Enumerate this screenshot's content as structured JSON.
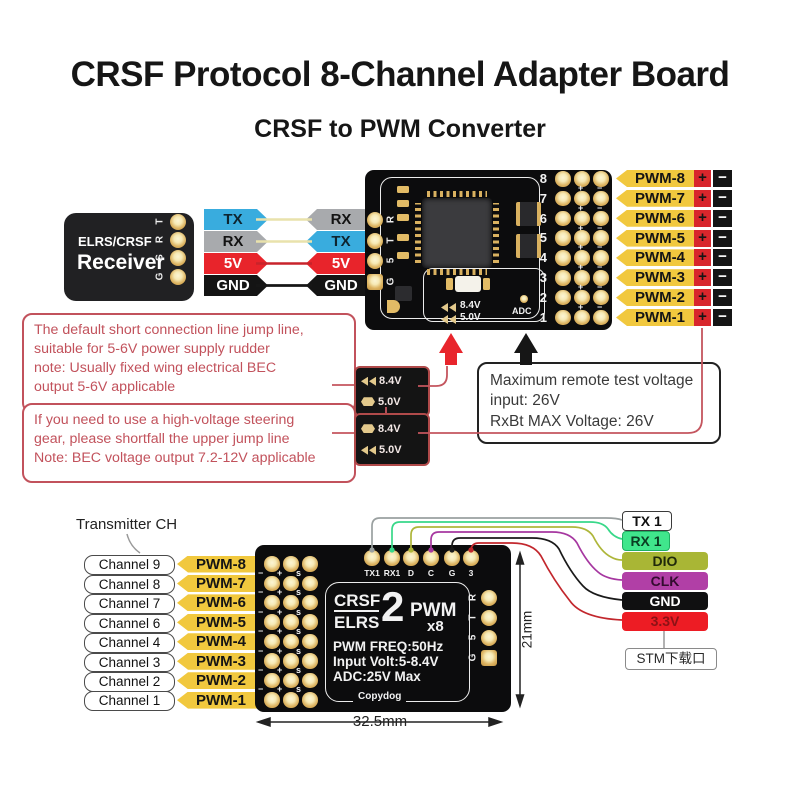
{
  "title": "CRSF Protocol 8-Channel Adapter Board",
  "subtitle": "CRSF to PWM Converter",
  "receiver": {
    "name_line1": "ELRS/CRSF",
    "name_line2": "Receiver",
    "pins": [
      "T",
      "R",
      "S",
      "G"
    ]
  },
  "wiring": {
    "rows": [
      {
        "left": "TX",
        "right": "RX"
      },
      {
        "left": "RX",
        "right": "TX"
      },
      {
        "left": "5V",
        "right": "5V"
      },
      {
        "left": "GND",
        "right": "GND"
      }
    ]
  },
  "main_board": {
    "left_pins": [
      "R",
      "T",
      "5",
      "G"
    ],
    "channel_numbers": [
      "8",
      "7",
      "6",
      "5",
      "4",
      "3",
      "2",
      "1"
    ],
    "jumper_silk": [
      "8.4V",
      "5.0V"
    ],
    "adc_label": "ADC",
    "grid_marks": {
      "plus": "+",
      "minus": "−"
    }
  },
  "pwm_top": {
    "labels": [
      "PWM-8",
      "PWM-7",
      "PWM-6",
      "PWM-5",
      "PWM-4",
      "PWM-3",
      "PWM-2",
      "PWM-1"
    ],
    "plus": "+",
    "minus": "−"
  },
  "notes": [
    {
      "lines": [
        "The default short connection line jump line,",
        "suitable for 5-6V power supply rudder",
        "note: Usually fixed wing electrical BEC",
        "output 5-6V applicable"
      ]
    },
    {
      "lines": [
        "If you need to use a high-voltage steering",
        "gear, please shortfall the upper jump line",
        "Note: BEC voltage output 7.2-12V applicable"
      ]
    }
  ],
  "jumper_modules": [
    {
      "rows": [
        {
          "state": "open",
          "label": "8.4V"
        },
        {
          "state": "bridged",
          "label": "5.0V"
        }
      ]
    },
    {
      "rows": [
        {
          "state": "bridged",
          "label": "8.4V"
        },
        {
          "state": "open",
          "label": "5.0V"
        }
      ]
    }
  ],
  "voltage_box": {
    "lines": [
      "Maximum remote test voltage",
      "input: 26V",
      "RxBt MAX Voltage: 26V"
    ]
  },
  "bottom": {
    "transmitter_label": "Transmitter CH",
    "channels": [
      "Channel 9",
      "Channel 8",
      "Channel 7",
      "Channel 6",
      "Channel 4",
      "Channel 3",
      "Channel 2",
      "Channel 1"
    ],
    "pwm_labels": [
      "PWM-8",
      "PWM-7",
      "PWM-6",
      "PWM-5",
      "PWM-4",
      "PWM-3",
      "PWM-2",
      "PWM-1"
    ],
    "board": {
      "top_pins": [
        "TX1",
        "RX1",
        "D",
        "C",
        "G",
        "3"
      ],
      "right_pins": [
        "R",
        "T",
        "5",
        "G"
      ],
      "col_marks": [
        "−",
        "+",
        "s"
      ],
      "logo_top": "CRSF",
      "logo_bottom": "ELRS",
      "logo_num": "2",
      "logo_pwm": "PWM",
      "logo_x8": "x8",
      "spec_lines": [
        "PWM FREQ:50Hz",
        "Input Volt:5-8.4V",
        "ADC:25V Max"
      ],
      "brand": "Copydog"
    },
    "dimensions": {
      "width": "32.5mm",
      "height": "21mm"
    },
    "port_labels": [
      {
        "text": "TX 1"
      },
      {
        "text": "RX 1"
      },
      {
        "text": "DIO"
      },
      {
        "text": "CLK"
      },
      {
        "text": "GND"
      },
      {
        "text": "3.3V"
      }
    ],
    "stm_label": "STM下载口"
  },
  "colors": {
    "pwm_yellow": "#F1C83E",
    "tx_blue": "#39ACDE",
    "rx_gray": "#A8AAAD",
    "power_red": "#E8242B",
    "gnd_black": "#141414",
    "note_red": "#C2525C",
    "rx1_green": "#40E68C",
    "dio_olive": "#A9B635",
    "clk_purple": "#B13FA6",
    "v33_red": "#ED1C24"
  }
}
